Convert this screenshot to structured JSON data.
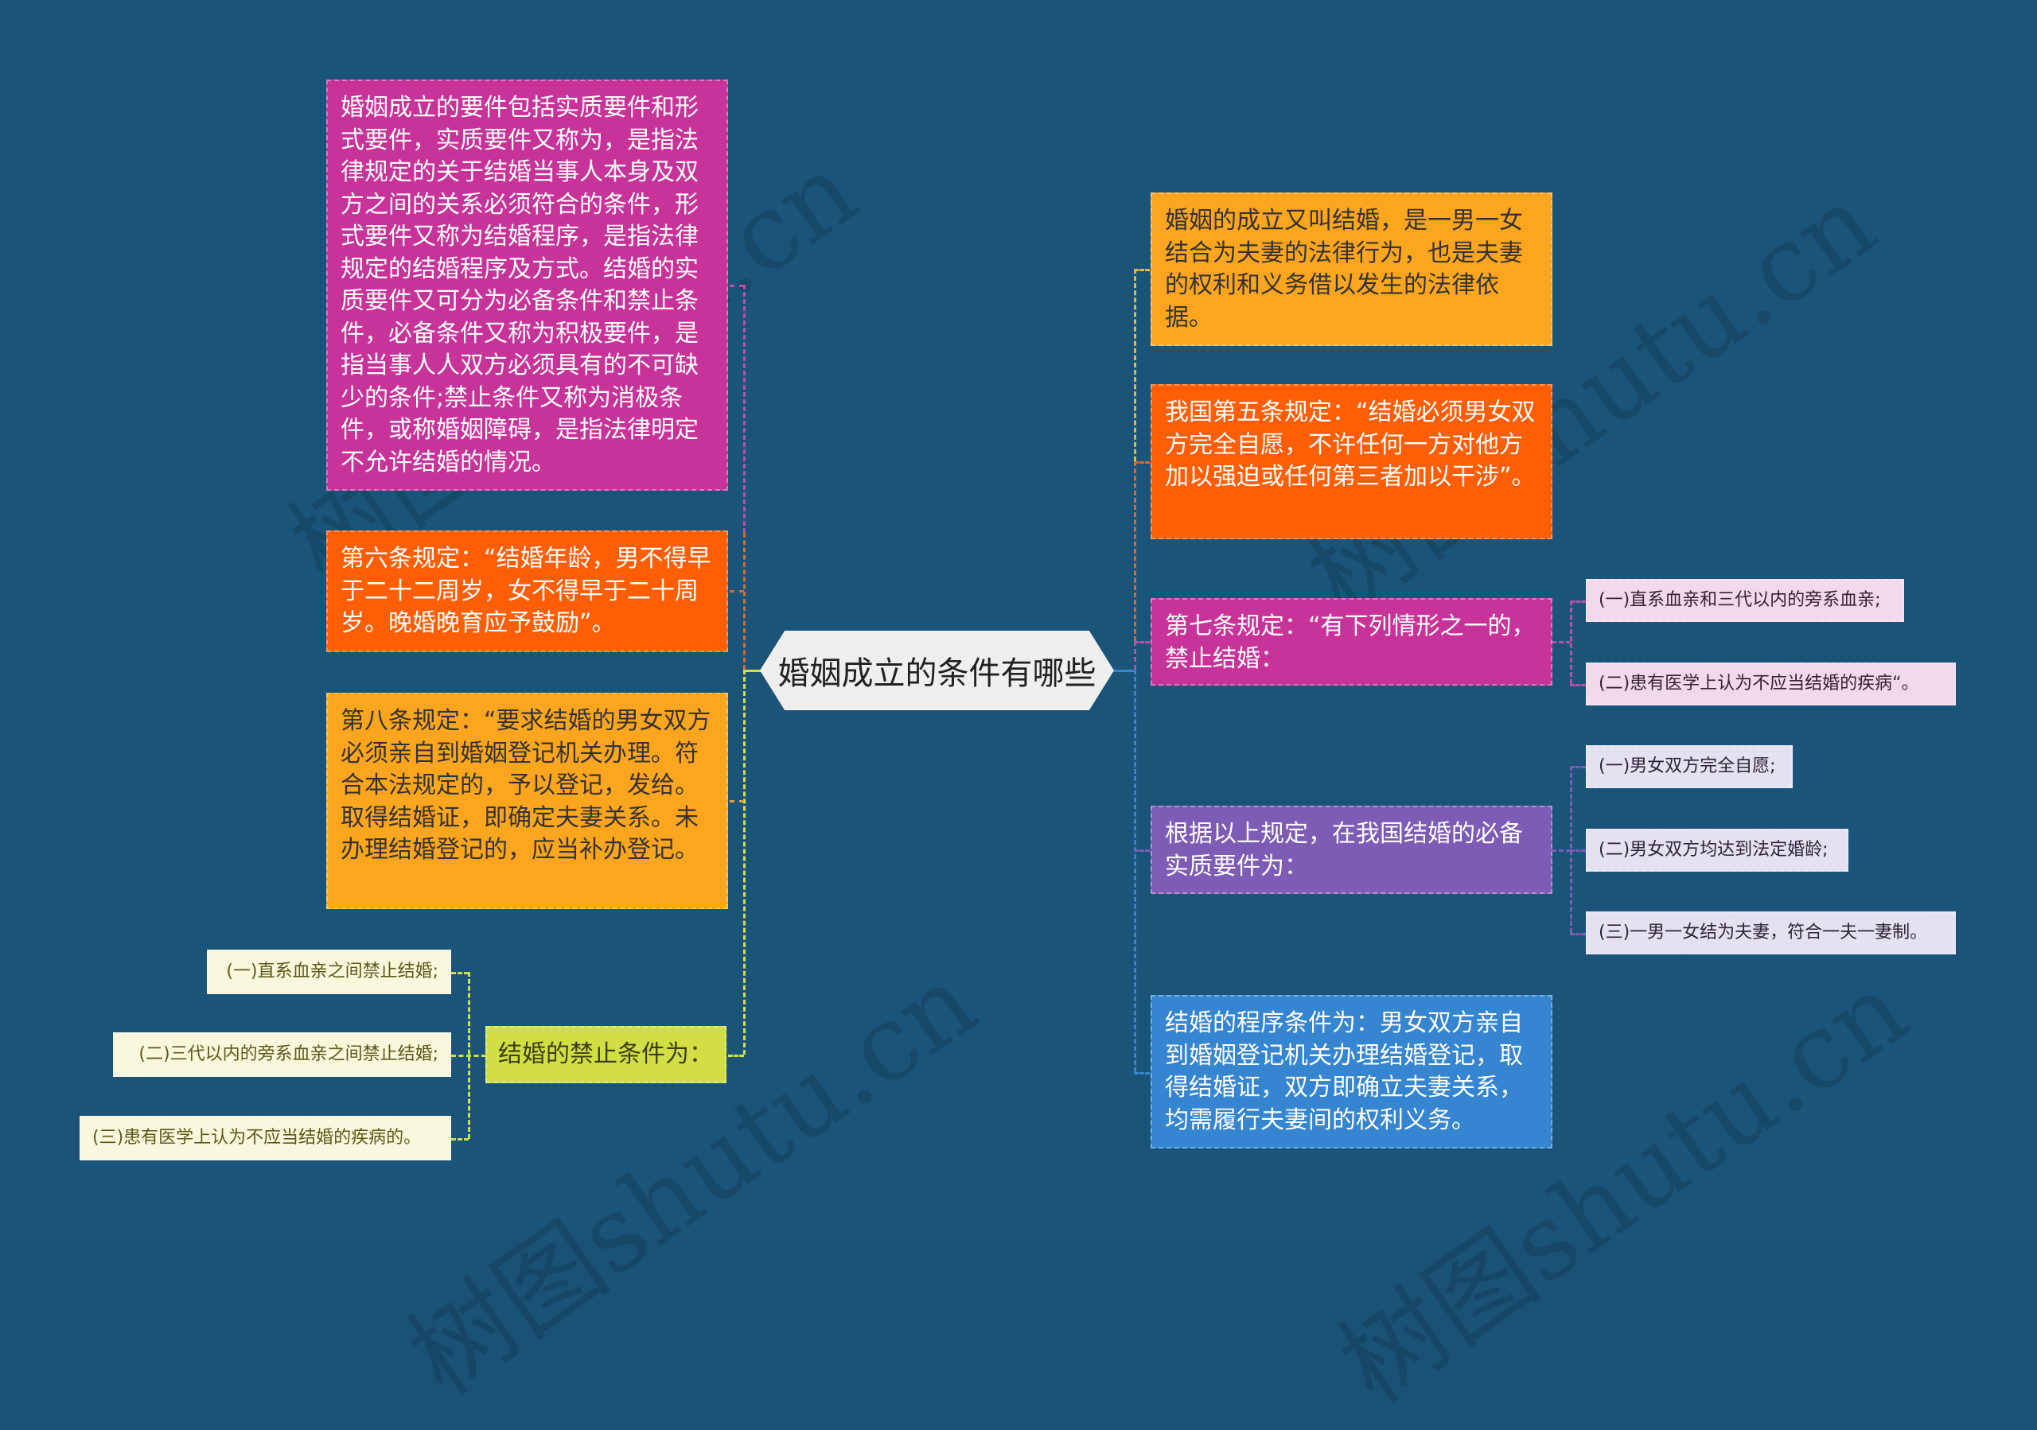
{
  "colors": {
    "background": "#1b5479",
    "root_fill": "#efefef",
    "magenta": "#c8339a",
    "orange_red": "#fd5e06",
    "amber": "#fca51f",
    "lime": "#d1df45",
    "cream_leaf": "#f9f7dc",
    "purple": "#7e5bb5",
    "blue": "#3585d0",
    "pink_leaf": "#f4d9ec",
    "lavender_leaf": "#e6e1f1"
  },
  "root": {
    "label": "婚姻成立的条件有哪些"
  },
  "left": {
    "nodes": [
      {
        "text": "婚姻成立的要件包括实质要件和形式要件，实质要件又称为，是指法律规定的关于结婚当事人本身及双方之间的关系必须符合的条件，形式要件又称为结婚程序，是指法律规定的结婚程序及方式。结婚的实质要件又可分为必备条件和禁止条件，必备条件又称为积极要件，是指当事人人双方必须具有的不可缺少的条件;禁止条件又称为消极条件，或称婚姻障碍，是指法律明定不允许结婚的情况。"
      },
      {
        "text": "第六条规定：“结婚年龄，男不得早于二十二周岁，女不得早于二十周岁。晚婚晚育应予鼓励”。"
      },
      {
        "text": "第八条规定：“要求结婚的男女双方必须亲自到婚姻登记机关办理。符合本法规定的，予以登记，发给。取得结婚证，即确定夫妻关系。未办理结婚登记的，应当补办登记。"
      },
      {
        "text": "结婚的禁止条件为：",
        "children": [
          "(一)直系血亲之间禁止结婚;",
          "(二)三代以内的旁系血亲之间禁止结婚;",
          "(三)患有医学上认为不应当结婚的疾病的。"
        ]
      }
    ]
  },
  "right": {
    "nodes": [
      {
        "text": "婚姻的成立又叫结婚，是一男一女结合为夫妻的法律行为，也是夫妻的权利和义务借以发生的法律依据。"
      },
      {
        "text": "我国第五条规定：“结婚必须男女双方完全自愿，不许任何一方对他方加以强迫或任何第三者加以干涉”。"
      },
      {
        "text": "第七条规定：“有下列情形之一的，禁止结婚：",
        "children": [
          "(一)直系血亲和三代以内的旁系血亲;",
          "(二)患有医学上认为不应当结婚的疾病“。"
        ]
      },
      {
        "text": "根据以上规定，在我国结婚的必备实质要件为：",
        "children": [
          "(一)男女双方完全自愿;",
          "(二)男女双方均达到法定婚龄;",
          "(三)一男一女结为夫妻，符合一夫一妻制。"
        ]
      },
      {
        "text": "结婚的程序条件为：男女双方亲自到婚姻登记机关办理结婚登记，取得结婚证，双方即确立夫妻关系，均需履行夫妻间的权利义务。"
      }
    ]
  },
  "watermark": {
    "text": "树图shutu.cn"
  }
}
